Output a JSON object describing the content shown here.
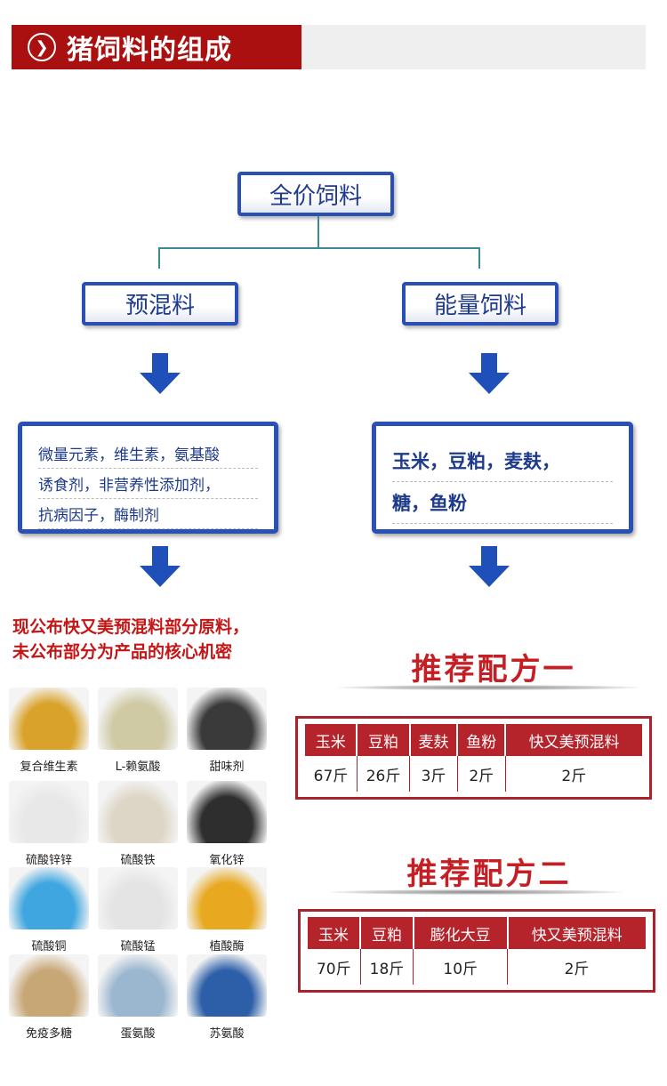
{
  "header": {
    "title": "猪饲料的组成"
  },
  "tree": {
    "root": "全价饲料",
    "left": "预混料",
    "right": "能量饲料",
    "left_detail": [
      "微量元素，维生素，氨基酸",
      "诱食剂，非营养性添加剂，",
      "抗病因子，酶制剂"
    ],
    "right_detail": [
      "玉米，豆粕，麦麸，",
      "糖，鱼粉"
    ]
  },
  "notice": [
    "现公布快又美预混料部分原料，",
    "未公布部分为产品的核心机密"
  ],
  "ingredients": [
    {
      "label": "复合维生素",
      "color": "#d9a22a"
    },
    {
      "label": "L-赖氨酸",
      "color": "#cfc9a4"
    },
    {
      "label": "甜味剂",
      "color": "#3a3a3a"
    },
    {
      "label": "硫酸锌锌",
      "color": "#e8e8e8"
    },
    {
      "label": "硫酸铁",
      "color": "#ddd6c6"
    },
    {
      "label": "氧化锌",
      "color": "#2e2e2e"
    },
    {
      "label": "硫酸铜",
      "color": "#3fa6e0"
    },
    {
      "label": "硫酸锰",
      "color": "#e4e4e4"
    },
    {
      "label": "植酸酶",
      "color": "#e8a820"
    },
    {
      "label": "免疫多糖",
      "color": "#c8a777"
    },
    {
      "label": "蛋氨酸",
      "color": "#9bb6cf"
    },
    {
      "label": "苏氨酸",
      "color": "#2d5fa8"
    }
  ],
  "formula1": {
    "title": "推荐配方一",
    "headers": [
      "玉米",
      "豆粕",
      "麦麸",
      "鱼粉",
      "快又美预混料"
    ],
    "values": [
      "67斤",
      "26斤",
      "3斤",
      "2斤",
      "2斤"
    ]
  },
  "formula2": {
    "title": "推荐配方二",
    "headers": [
      "玉米",
      "豆粕",
      "膨化大豆",
      "快又美预混料"
    ],
    "values": [
      "70斤",
      "18斤",
      "10斤",
      "2斤"
    ]
  }
}
